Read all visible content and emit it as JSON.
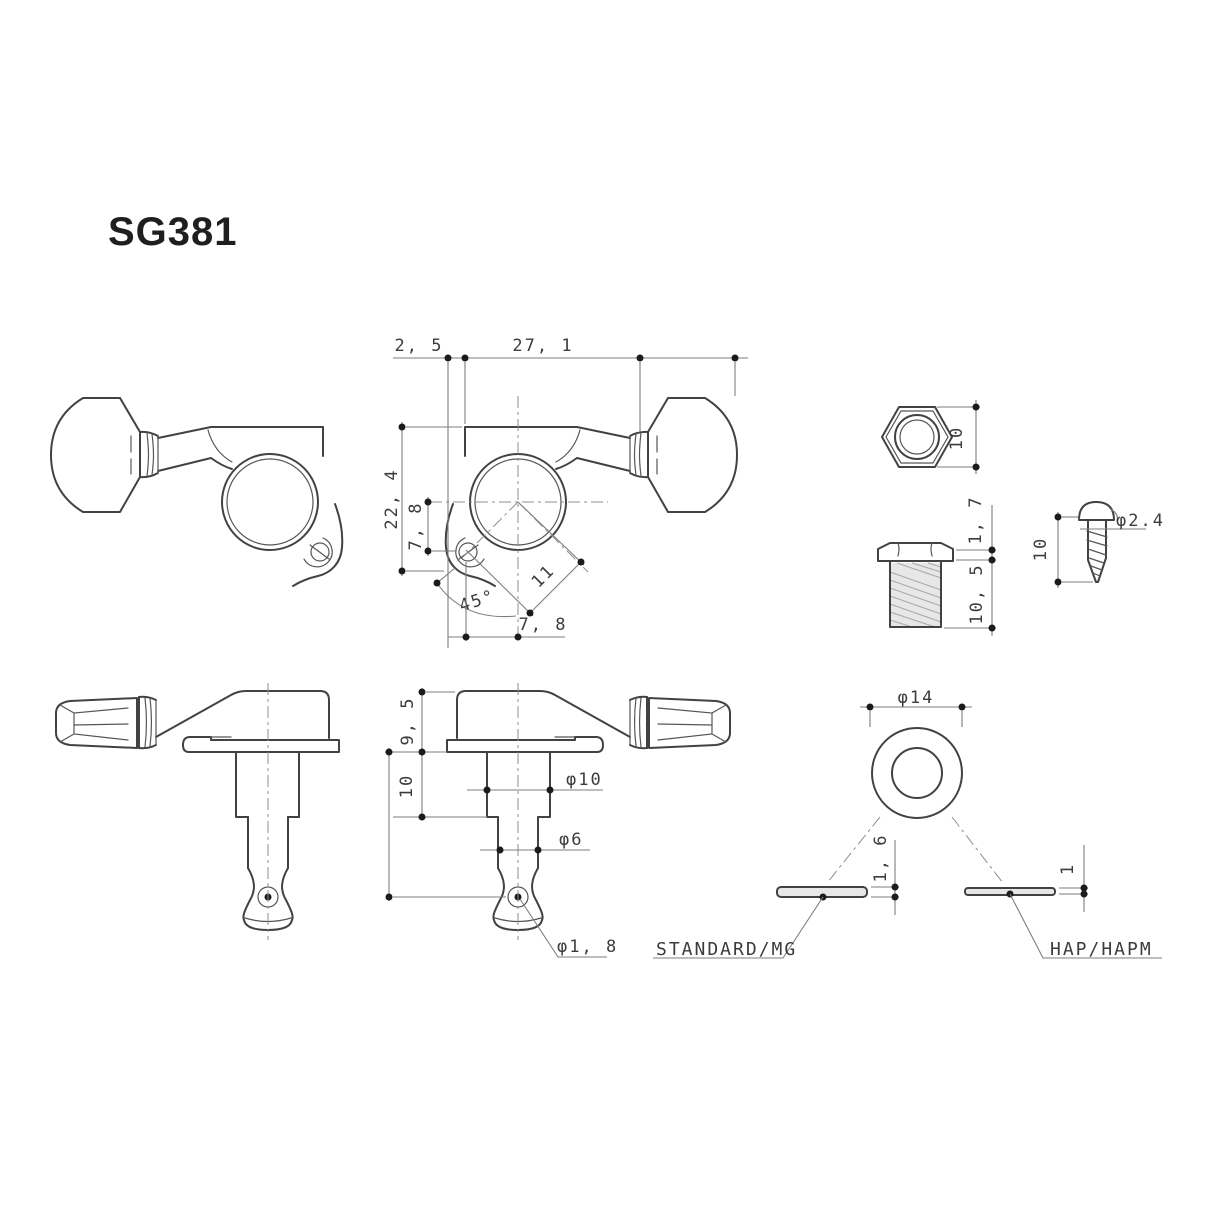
{
  "title": "SG381",
  "front": {
    "offset": "2, 5",
    "length": "27, 1",
    "height": "22, 4",
    "ear_offset_v": "7, 8",
    "ear_angle": "45°",
    "ear_dist": "11",
    "ear_offset_h": "7, 8"
  },
  "nut": {
    "width": "10"
  },
  "bushing": {
    "head_height": "1, 7",
    "thread_length": "10, 5"
  },
  "screw": {
    "dia": "φ2.4",
    "length": "10"
  },
  "side": {
    "housing_height": "9, 5",
    "post_length": "10",
    "post_dia": "φ10",
    "string_post_dia": "φ6",
    "string_hole_dia": "φ1, 8"
  },
  "washer": {
    "dia": "φ14",
    "thickness_standard": "1, 6",
    "thickness_hap": "1",
    "label_standard": "STANDARD/MG",
    "label_hap": "HAP/HAPM"
  }
}
